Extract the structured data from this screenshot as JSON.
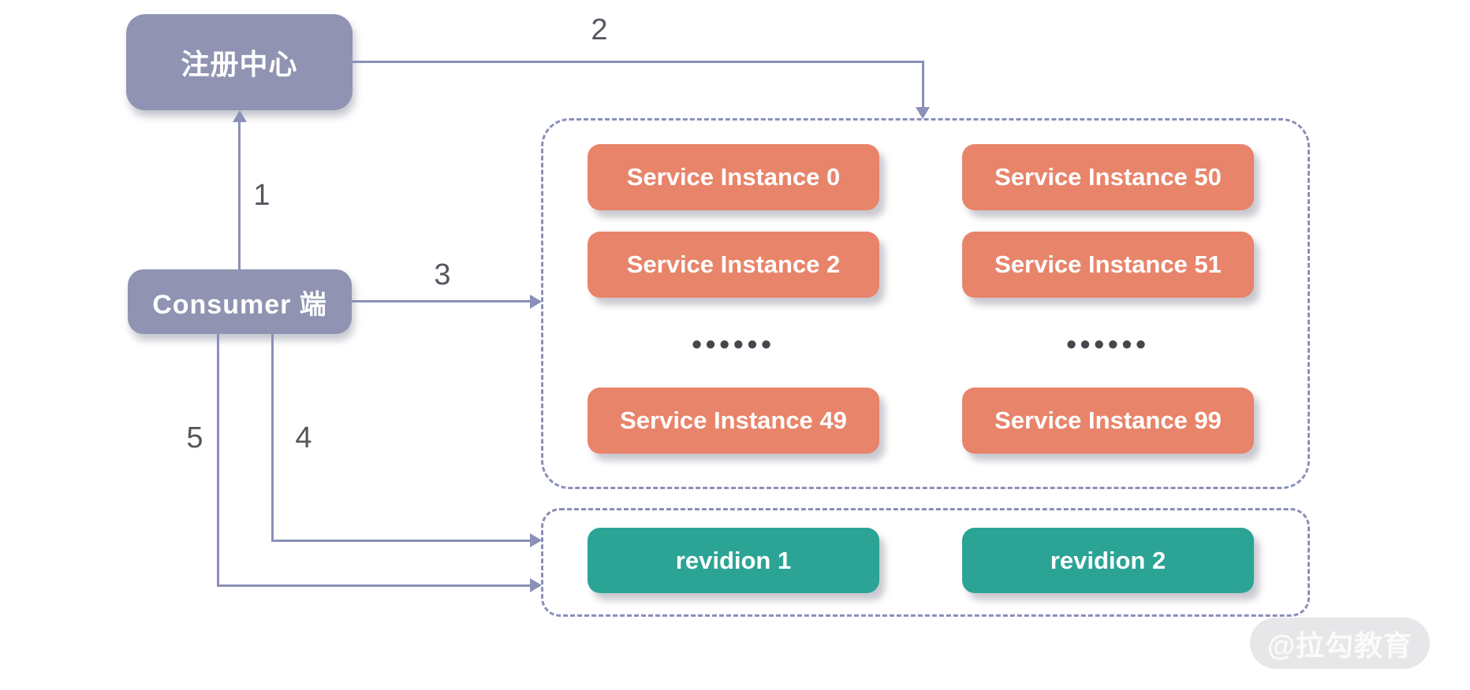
{
  "diagram": {
    "nodes": {
      "registry": {
        "label": "注册中心"
      },
      "consumer": {
        "label": "Consumer 端"
      }
    },
    "arrow_labels": {
      "step1": "1",
      "step2": "2",
      "step3": "3",
      "step4": "4",
      "step5": "5"
    },
    "service_cluster": {
      "columns": [
        {
          "instances": [
            "Service Instance 0",
            "Service Instance 2",
            "Service Instance 49"
          ],
          "ellipsis": "••••••"
        },
        {
          "instances": [
            "Service Instance 50",
            "Service Instance 51",
            "Service Instance 99"
          ],
          "ellipsis": "••••••"
        }
      ]
    },
    "revision_group": {
      "items": [
        "revidion 1",
        "revidion 2"
      ]
    },
    "watermark": "@拉勾教育",
    "colors": {
      "node_fill": "#9094B2",
      "instance_fill": "#E8846A",
      "revision_fill": "#2BA496",
      "connector": "#8A90B8",
      "label_text": "#54575E"
    }
  }
}
